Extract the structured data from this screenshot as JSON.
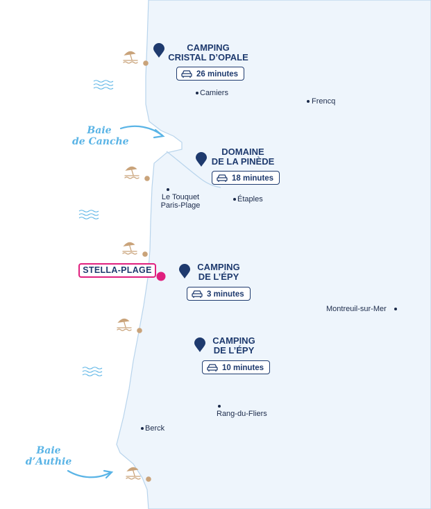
{
  "colors": {
    "land": "#eef5fc",
    "coast_line": "#b8d4ec",
    "navy": "#1e3a6e",
    "water_text": "#5ab4e6",
    "highlight": "#e0207e",
    "beach_dot": "#c9a37a"
  },
  "campings": [
    {
      "title_line1": "CAMPING",
      "title_line2": "CRISTAL D’OPALE",
      "time": "26 minutes",
      "icon": "car-icon"
    },
    {
      "title_line1": "DOMAINE",
      "title_line2": "DE LA PINÈDE",
      "time": "18 minutes",
      "icon": "car-icon"
    },
    {
      "title_line1": "CAMPING",
      "title_line2": "DE L’ÉPY",
      "time": "3 minutes",
      "icon": "car-icon"
    },
    {
      "title_line1": "CAMPING",
      "title_line2": "DE L’ÉPY",
      "time": "10 minutes",
      "icon": "car-icon"
    }
  ],
  "towns": {
    "camiers": "Camiers",
    "frencq": "Frencq",
    "le_touquet_1": "Le Touquet",
    "le_touquet_2": "Paris-Plage",
    "etaples": "Étaples",
    "montreuil": "Montreuil-sur-Mer",
    "rang": "Rang-du-Fliers",
    "berck": "Berck"
  },
  "bays": {
    "canche_1": "Baie",
    "canche_2": "de Canche",
    "authie_1": "Baie",
    "authie_2": "d’Authie"
  },
  "highlight": {
    "label": "STELLA-PLAGE"
  }
}
